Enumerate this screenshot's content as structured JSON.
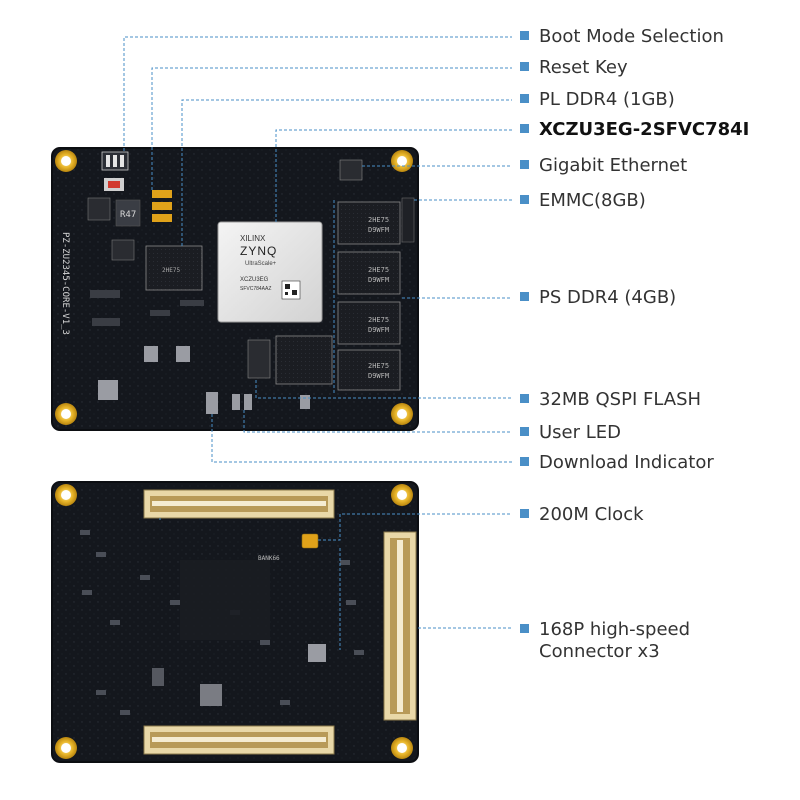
{
  "accent": "#4a8fc7",
  "callouts": {
    "boot_mode": "Boot Mode Selection",
    "reset_key": "Reset Key",
    "pl_ddr4": "PL DDR4 (1GB)",
    "fpga": "XCZU3EG-2SFVC784I",
    "ethernet": "Gigabit Ethernet",
    "emmc": "EMMC(8GB)",
    "ps_ddr4": "PS DDR4 (4GB)",
    "qspi": "32MB QSPI FLASH",
    "user_led": "User LED",
    "download": "Download Indicator",
    "clock": "200M Clock",
    "connector_line1": "168P high-speed",
    "connector_line2": "Connector x3"
  },
  "board_text": {
    "top_silkscreen": "PZ-ZU2345-CORE-V1_3",
    "xilinx": "XILINX",
    "zynq": "ZYNQ",
    "ultrascale": "UltraScale+",
    "part_no": "XCZU3EG",
    "part_grade": "SFVC784AAZ",
    "resistor": "R47",
    "ram_marking1": "2HE75",
    "ram_marking2": "D9WFM",
    "bank": "BANK66"
  }
}
